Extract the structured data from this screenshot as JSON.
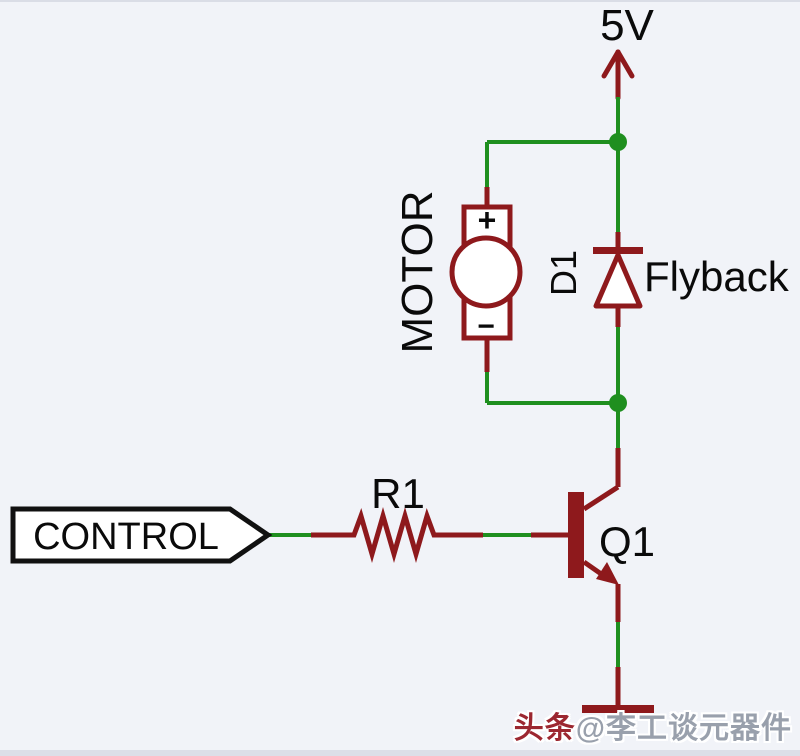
{
  "schematic": {
    "supply_label": "5V",
    "control_label": "CONTROL",
    "resistor": {
      "ref": "R1"
    },
    "transistor": {
      "ref": "Q1"
    },
    "diode": {
      "ref": "D1",
      "label": "Flyback"
    },
    "motor": {
      "label": "MOTOR",
      "positive": "+",
      "negative": "−"
    },
    "colors": {
      "wire_green": "#1f8f1f",
      "component_red": "#8e191c",
      "label_black": "#0a0a0a",
      "background": "#f1f3f8"
    }
  },
  "watermark": {
    "brand": "头条",
    "handle": "@李工谈元器件"
  }
}
